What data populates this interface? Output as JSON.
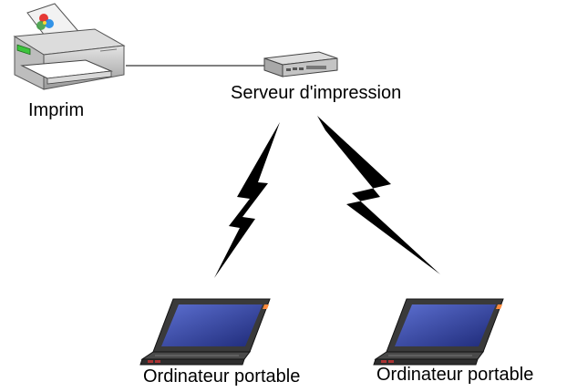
{
  "diagram": {
    "nodes": {
      "printer": {
        "label": "Imprim",
        "icon": "printer-icon"
      },
      "server": {
        "label": "Serveur d'impression",
        "icon": "print-server-icon"
      },
      "laptop_1": {
        "label": "Ordinateur portable",
        "icon": "laptop-icon"
      },
      "laptop_2": {
        "label": "Ordinateur portable",
        "icon": "laptop-icon"
      }
    },
    "links": [
      {
        "from": "printer",
        "to": "server",
        "kind": "wired"
      },
      {
        "from": "server",
        "to": "laptop_1",
        "kind": "wireless"
      },
      {
        "from": "server",
        "to": "laptop_2",
        "kind": "wireless"
      }
    ],
    "colors": {
      "wire": "#000000",
      "screen": "#3a4aa8",
      "laptop_body": "#3a3a3a",
      "printer_body": "#c8c8c8",
      "display_green": "#3cc43c"
    }
  }
}
